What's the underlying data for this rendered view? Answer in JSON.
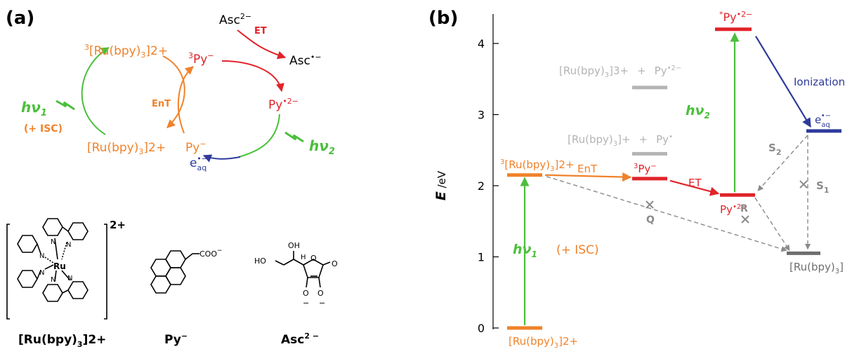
{
  "panel_a": {
    "label": "(a)",
    "cycle": {
      "ru_triplet": {
        "sup": "3",
        "main": "[Ru(bpy)",
        "sub": "3",
        "charge": "]2+"
      },
      "ru_ground": {
        "main": "[Ru(bpy)",
        "sub": "3",
        "charge": "]2+"
      },
      "py_triplet": {
        "sup": "3",
        "main": "Py",
        "charge": "−"
      },
      "py_ground": {
        "main": "Py",
        "charge": "−"
      },
      "py_radical": {
        "main": "Py",
        "charge": "•2−"
      },
      "asc": {
        "main": "Asc",
        "charge": "2−"
      },
      "asc_radical": {
        "main": "Asc",
        "charge": "•−"
      },
      "electron": {
        "main": "e",
        "sub": "aq",
        "charge": "•−"
      },
      "hv1": {
        "main": "hν",
        "sub": "1"
      },
      "hv2": {
        "main": "hν",
        "sub": "2"
      },
      "isc": "(+ ISC)",
      "ent": "EnT",
      "et": "ET"
    },
    "structures": {
      "ru_label": {
        "main": "[Ru(bpy)",
        "sub": "3",
        "charge": "]2+"
      },
      "ru_charge": "2+",
      "ru_atom": "Ru",
      "n_atom": "N",
      "py_label": {
        "main": "Py",
        "charge": "−"
      },
      "coo": "COO",
      "coo_charge": "−",
      "asc_label": {
        "main": "Asc",
        "charge": "2 −"
      },
      "ho": "HO",
      "oh": "OH",
      "h": "H",
      "o": "O",
      "minus": "−"
    }
  },
  "panel_b": {
    "label": "(b)",
    "axis": {
      "ylabel_main": "E",
      "ylabel_unit": " /eV",
      "ymin": 0,
      "ymax": 4.4,
      "ticks": [
        "0",
        "1",
        "2",
        "3",
        "4"
      ]
    },
    "colors": {
      "orange": "#f0822a",
      "red": "#e0232a",
      "green": "#4bbf3c",
      "blue": "#2e3a9c",
      "gray": "#b4b4b4",
      "darkgray": "#6e6e6e"
    },
    "levels": [
      {
        "id": "ru-ground",
        "energy": 0.0,
        "color": "orange"
      },
      {
        "id": "ru-triplet",
        "energy": 2.15,
        "color": "orange"
      },
      {
        "id": "py-triplet",
        "energy": 2.1,
        "color": "red"
      },
      {
        "id": "ru-oxidized-pair",
        "energy": 3.38,
        "color": "gray"
      },
      {
        "id": "ru-reduced-pair",
        "energy": 2.45,
        "color": "gray"
      },
      {
        "id": "py-radical",
        "energy": 1.87,
        "color": "red"
      },
      {
        "id": "py-radical-excited",
        "energy": 4.2,
        "color": "red"
      },
      {
        "id": "electron-aq",
        "energy": 2.77,
        "color": "blue"
      },
      {
        "id": "ru-final",
        "energy": 1.05,
        "color": "darkgray"
      }
    ],
    "labels": {
      "ru_ground": {
        "main": "[Ru(bpy)",
        "sub": "3",
        "charge": "]2+"
      },
      "ru_triplet": {
        "sup": "3",
        "main": "[Ru(bpy)",
        "sub": "3",
        "charge": "]2+"
      },
      "py_triplet": {
        "sup": "3",
        "main": "Py",
        "charge": "−"
      },
      "py_radical": {
        "main": "Py",
        "charge": "•2−"
      },
      "py_excited": {
        "sup": "*",
        "main": "Py",
        "charge": "•2−"
      },
      "electron": {
        "main": "e",
        "sub": "aq",
        "charge": "•−"
      },
      "ru_final": {
        "main": "[Ru(bpy)",
        "sub": "3",
        "charge": "]"
      },
      "ru_ox_pair": {
        "main": "[Ru(bpy)",
        "sub": "3",
        "charge": "]3+",
        "plus": "+",
        "py": "Py",
        "py_charge": "•2−"
      },
      "ru_red_pair": {
        "main": "[Ru(bpy)",
        "sub": "3",
        "charge": "]+",
        "plus": "+",
        "py": "Py",
        "py_charge": "•"
      },
      "hv1": {
        "main": "hν",
        "sub": "1"
      },
      "isc": "(+ ISC)",
      "hv2": {
        "main": "hν",
        "sub": "2"
      },
      "ent": "EnT",
      "et": "ET",
      "ionization": "Ionization",
      "q": "Q",
      "r": "R",
      "s1": {
        "main": "S",
        "sub": "1"
      },
      "s2": {
        "main": "S",
        "sub": "2"
      }
    }
  }
}
